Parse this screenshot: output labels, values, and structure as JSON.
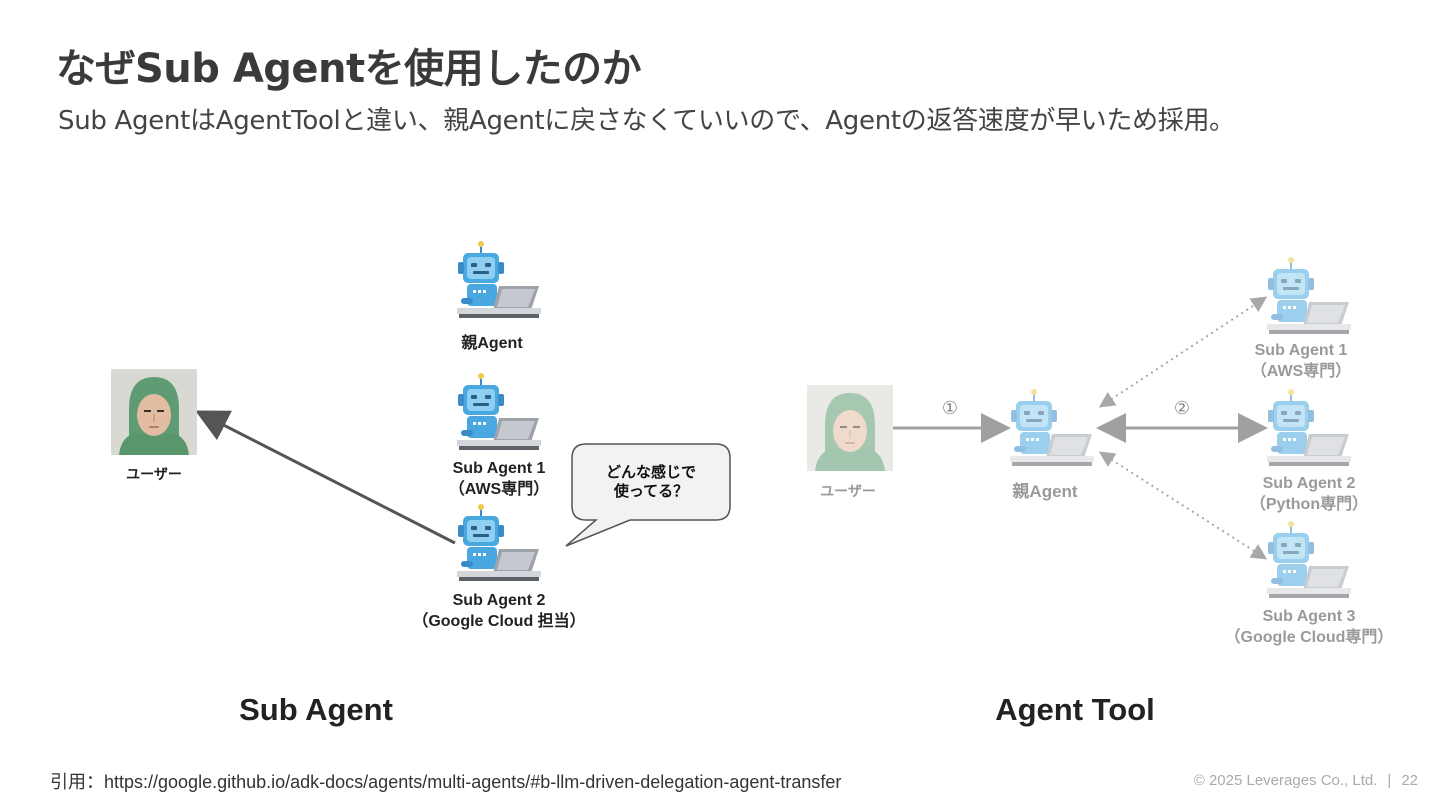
{
  "slide": {
    "title": "なぜSub Agentを使用したのか",
    "subtitle": "Sub AgentはAgentToolと違い、親Agentに戻さなくていいので、Agentの返答速度が早いため採用。"
  },
  "sub_agent_diagram": {
    "section_title": "Sub Agent",
    "user_label": "ユーザー",
    "parent_label": "親Agent",
    "agent1": {
      "line1": "Sub Agent 1",
      "line2": "（AWS専門）"
    },
    "agent2": {
      "line1": "Sub Agent 2",
      "line2": "（Google Cloud 担当）"
    },
    "bubble": {
      "line1": "どんな感じで",
      "line2": "使ってる？"
    }
  },
  "agent_tool_diagram": {
    "section_title": "Agent Tool",
    "user_label": "ユーザー",
    "parent_label": "親Agent",
    "step1": "①",
    "step2": "②",
    "agent1": {
      "line1": "Sub Agent 1",
      "line2": "（AWS専門）"
    },
    "agent2": {
      "line1": "Sub Agent 2",
      "line2": "（Python専門）"
    },
    "agent3": {
      "line1": "Sub Agent 3",
      "line2": "（Google Cloud専門）"
    }
  },
  "citation": "引用：https://google.github.io/adk-docs/agents/multi-agents/#b-llm-driven-delegation-agent-transfer",
  "footer": {
    "copyright": "© 2025 Leverages Co., Ltd.",
    "separator": "|",
    "page_number": "22"
  },
  "colors": {
    "robot_body": "#4aa8e0",
    "robot_face": "#8fd0f2",
    "arrow_dark": "#555555",
    "arrow_light": "#9a9a9a"
  },
  "icons": [
    "robot-icon",
    "laptop-icon",
    "user-photo",
    "speech-bubble"
  ]
}
